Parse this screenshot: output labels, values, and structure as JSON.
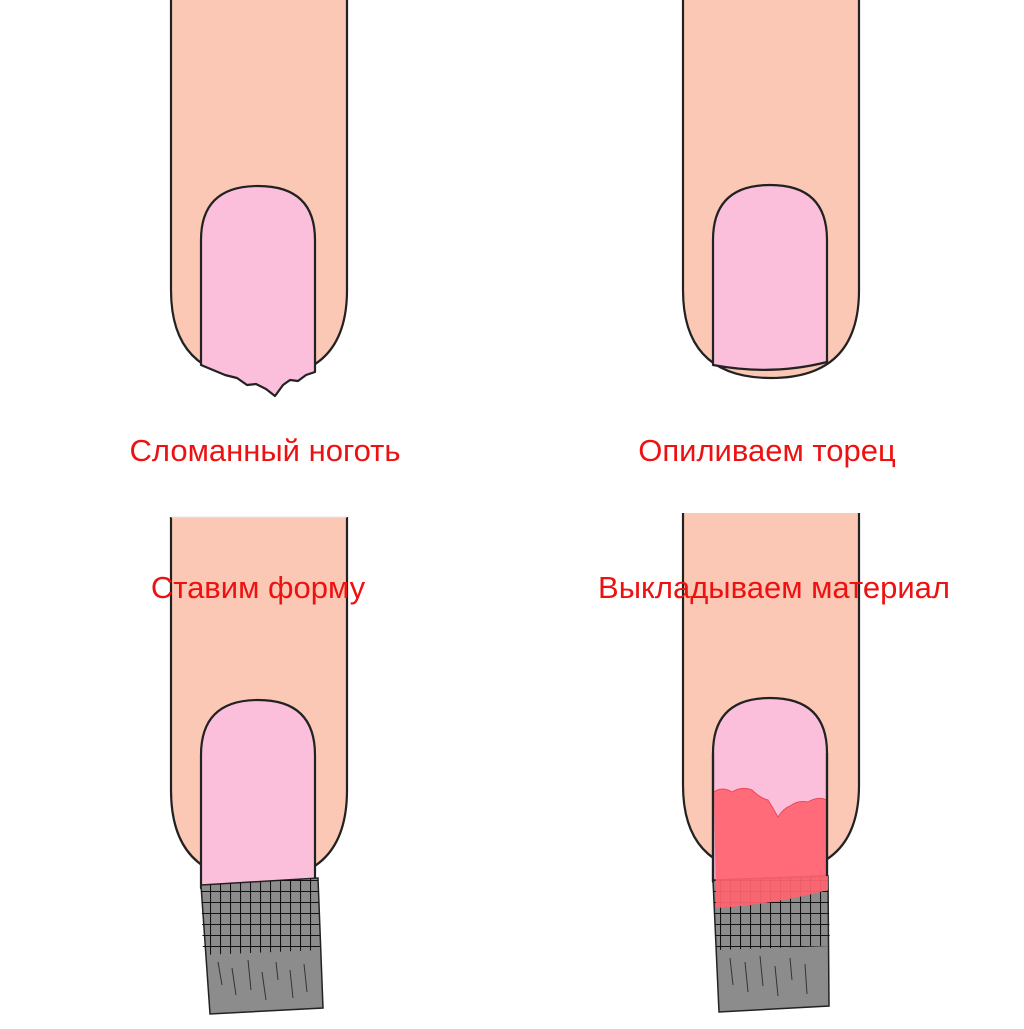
{
  "captions": {
    "broken": "Сломанный ноготь",
    "filed": "Опиливаем торец",
    "form": "Ставим форму",
    "material": "Выкладываем материал"
  },
  "colors": {
    "finger": "#fac8b4",
    "nail": "#fbbfdc",
    "outline": "#222222",
    "caption": "#ee1111",
    "form_fill": "#8c8c8c",
    "form_grid": "#111111",
    "material": "#ff6470"
  },
  "icons": {
    "step_1": "broken-nail-icon",
    "step_2": "filed-nail-icon",
    "step_3": "nail-form-icon",
    "step_4": "nail-material-icon"
  }
}
